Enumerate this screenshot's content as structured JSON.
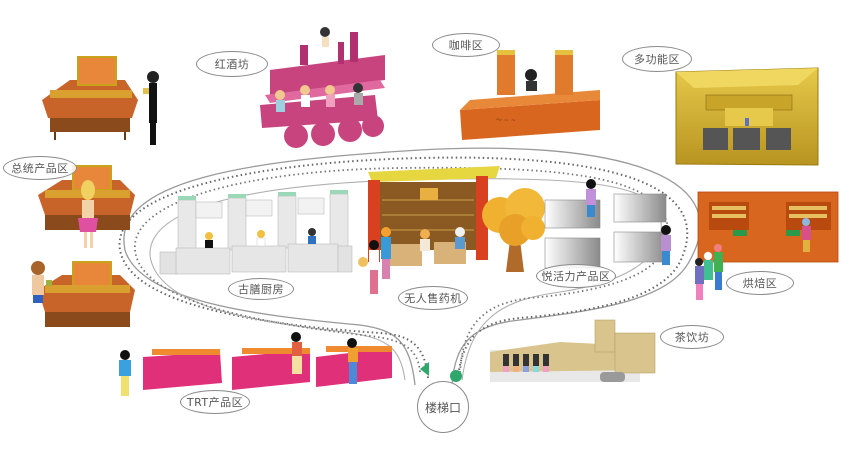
{
  "diagram": {
    "type": "store-floor-plan-illustration",
    "zones": [
      {
        "id": "red-wine",
        "label": "红酒坊",
        "color": "#c8447f"
      },
      {
        "id": "coffee",
        "label": "咖啡区",
        "color": "#e07a2c"
      },
      {
        "id": "multi-function",
        "label": "多功能区",
        "color": "#d9b42a"
      },
      {
        "id": "general-products",
        "label": "总统产品区",
        "color": "#c8642a"
      },
      {
        "id": "ancient-kitchen",
        "label": "古膳厨房",
        "color": "#e6e6e6"
      },
      {
        "id": "vending",
        "label": "无人售药机",
        "color": "#c9a24a"
      },
      {
        "id": "vitality-products",
        "label": "悦活力产品区",
        "color": "#bdbdbd"
      },
      {
        "id": "bakery",
        "label": "烘焙区",
        "color": "#d9661f"
      },
      {
        "id": "tea",
        "label": "茶饮坊",
        "color": "#d8c48c"
      },
      {
        "id": "trt-products",
        "label": "TRT产品区",
        "color": "#e0307a"
      }
    ],
    "entrance": {
      "label": "楼梯口"
    },
    "routes": [
      {
        "name": "outer-loop-left",
        "marker": "arrow",
        "marker_color": "#2fa66a"
      },
      {
        "name": "inner-loop-right",
        "marker": "dot",
        "marker_color": "#2fa66a"
      }
    ]
  }
}
